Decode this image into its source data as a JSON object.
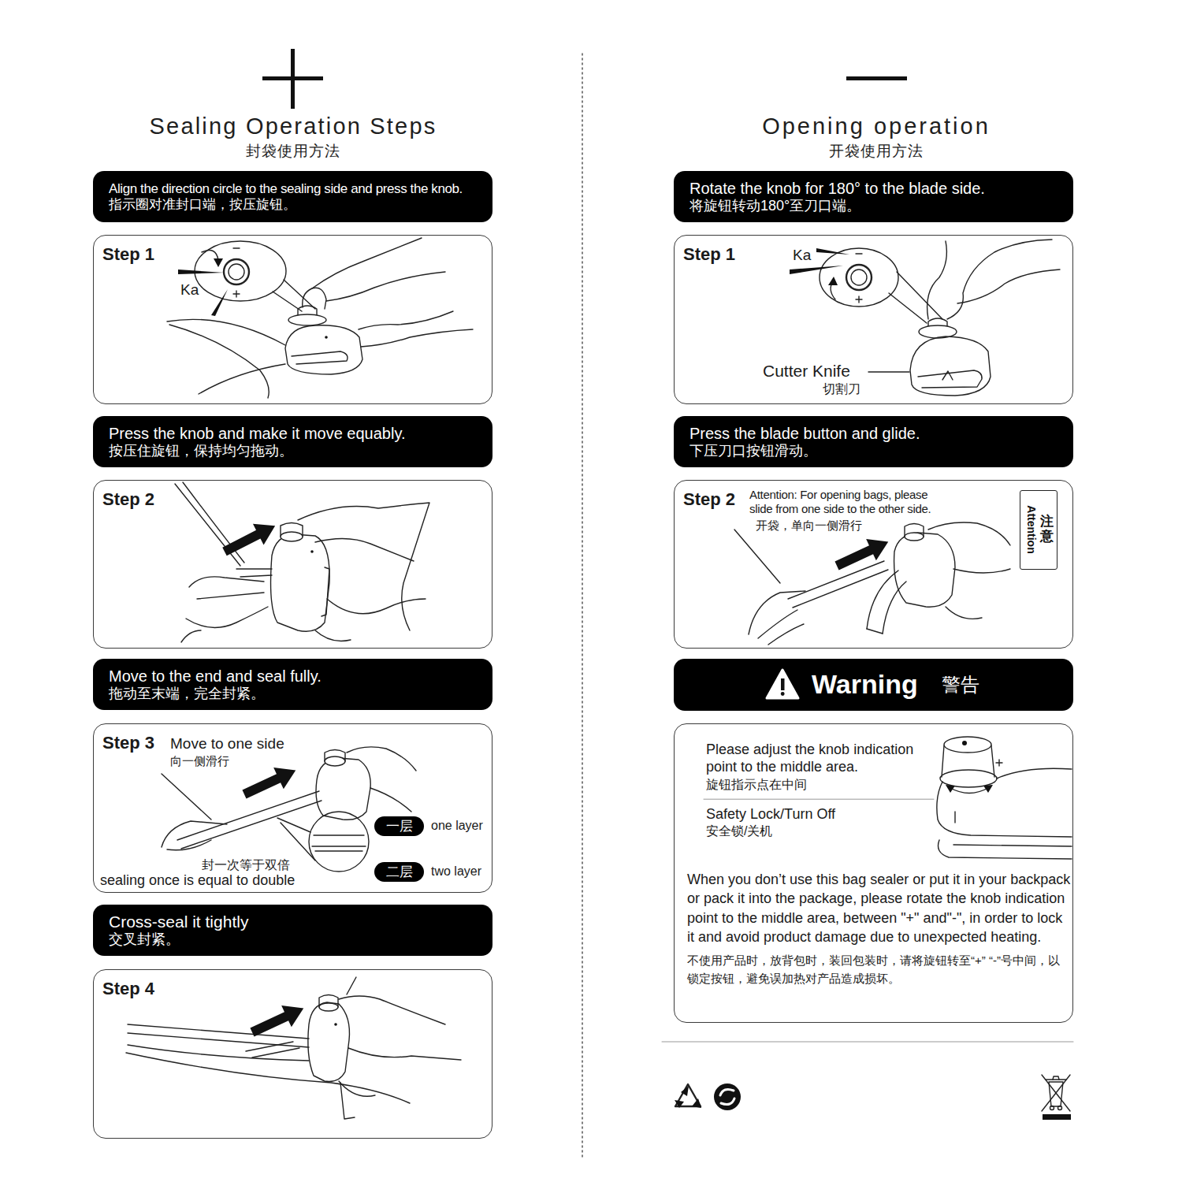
{
  "diagram": {
    "nodes": [
      {
        "text": [
          "Align the direction circle to the sealing side and press the knob.",
          "指示圈对准封口端，按压旋钮。"
        ]
      },
      {
        "text": [
          "Step 1",
          "Ka"
        ]
      },
      {
        "text": [
          "Press the knob and make it move equably.",
          "按压住旋钮，保持均匀拖动。"
        ]
      },
      {
        "text": [
          "Step 2"
        ]
      },
      {
        "text": [
          "Move to the end and seal fully.",
          "拖动至末端，完全封紧。"
        ]
      },
      {
        "text": [
          "Step 3",
          "Move to one side",
          "向一侧滑行",
          "one layer",
          "two layer",
          "封一次等于双倍",
          "sealing once is equal to double"
        ]
      },
      {
        "text": [
          "一层"
        ],
        "in": 5
      },
      {
        "text": [
          "二层"
        ],
        "in": 5
      },
      {
        "text": [
          "Cross-seal it tightly",
          "交叉封紧。"
        ]
      },
      {
        "text": [
          "Step 4"
        ]
      },
      {
        "text": [
          "Rotate the knob for 180° to the blade side.",
          "将旋钮转动180°至刀口端。"
        ]
      },
      {
        "text": [
          "Step 1",
          "Ka",
          "Cutter Knife",
          "切割刀"
        ]
      },
      {
        "text": [
          "Press the blade button and glide.",
          "下压刀口按钮滑动。"
        ]
      },
      {
        "text": [
          "Step 2",
          "Attention: For opening bags, please slide from one side to the other side.",
          "开袋，单向一侧滑行"
        ]
      },
      {
        "text": [
          "注意",
          "Attention"
        ],
        "in": 13
      },
      {
        "text": [
          "Warning",
          "警告"
        ]
      },
      {
        "text": [
          "Please adjust the knob indication point to the middle area.",
          "旋钮指示点在中间",
          "Safety Lock/Turn Off",
          "安全锁/关机",
          "When you don’t use this bag sealer or put it in your backpack or pack it into the package, please rotate the knob indication point to the middle area, between \"+\" and\"-\", in order to lock it and avoid product damage due to unexpected heating.",
          "不使用产品时，放背包时，装回包装时，请将旋钮转至“+” “-”号中间，以锁定按钮，避免误加热对产品造成损坏。"
        ]
      }
    ],
    "labels": [
      "Sealing Operation Steps",
      "封袋使用方法",
      "Opening operation",
      "开袋使用方法"
    ]
  }
}
